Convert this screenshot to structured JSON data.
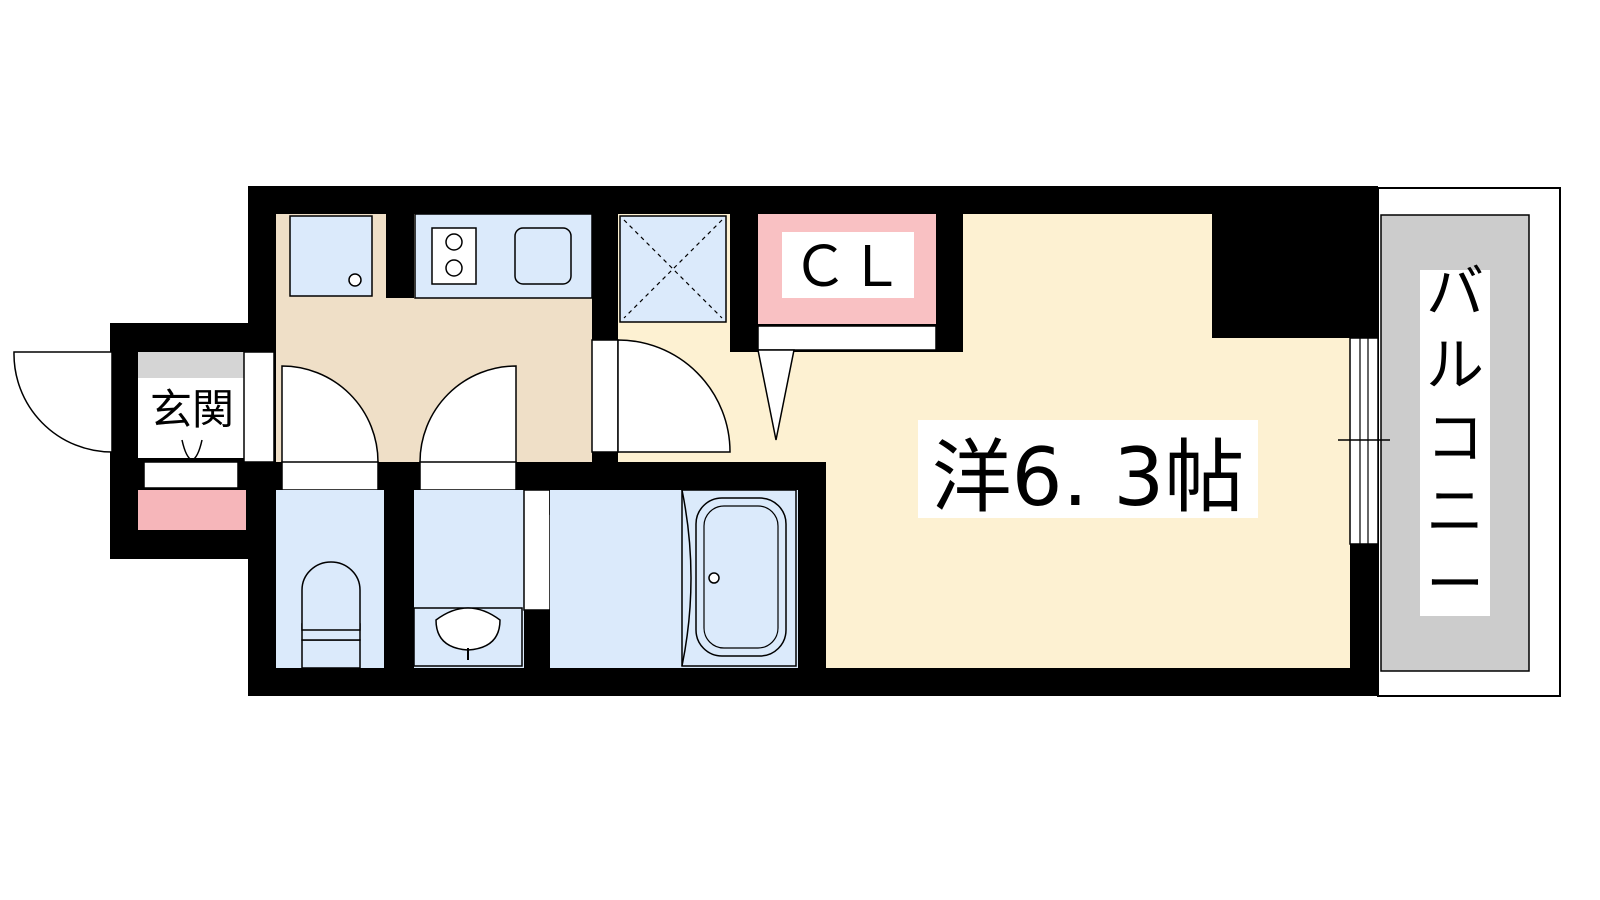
{
  "labels": {
    "entrance": "玄関",
    "closet": "ＣＬ",
    "room": "洋6. 3帖",
    "balcony": "バルコニー"
  },
  "colors": {
    "wall": "#000000",
    "corridor": "#efdfc7",
    "main_room": "#fdf1d2",
    "wet_area": "#dbeafb",
    "closet": "#f9c1c3",
    "balcony": "#cccccc",
    "shoe_box": "#f6b6ba"
  },
  "icons": [
    "stove-icon",
    "sink-icon",
    "fridge-space-icon",
    "washer-space-icon",
    "toilet-icon",
    "washbasin-icon",
    "bathtub-icon",
    "door-swing-icon"
  ]
}
